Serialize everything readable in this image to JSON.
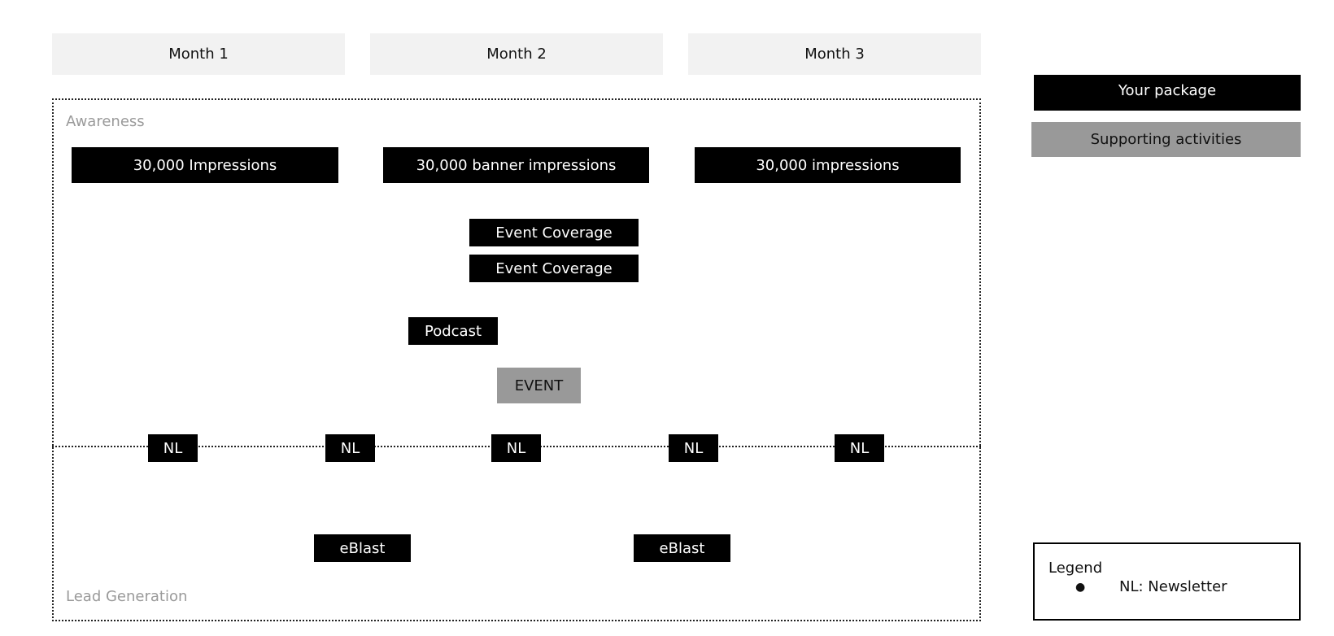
{
  "months": [
    "Month 1",
    "Month 2",
    "Month 3"
  ],
  "zones": {
    "awareness": "Awareness",
    "lead_generation": "Lead Generation"
  },
  "items": {
    "impressions_m1": "30,000 Impressions",
    "impressions_m2": "30,000 banner impressions",
    "impressions_m3": "30,000 impressions",
    "event_coverage_1": "Event Coverage",
    "event_coverage_2": "Event Coverage",
    "podcast": "Podcast",
    "event": "EVENT",
    "newsletters": [
      "NL",
      "NL",
      "NL",
      "NL",
      "NL"
    ],
    "eblasts": [
      "eBlast",
      "eBlast"
    ]
  },
  "key": {
    "your_package": "Your package",
    "supporting_activities": "Supporting activities"
  },
  "legend": {
    "title": "Legend",
    "bullet": "●",
    "entries": [
      "NL: Newsletter"
    ]
  },
  "colors": {
    "package": "#000000",
    "supporting": "#999999",
    "month_header": "#f2f2f2",
    "zone_label": "#9a9a9a"
  }
}
